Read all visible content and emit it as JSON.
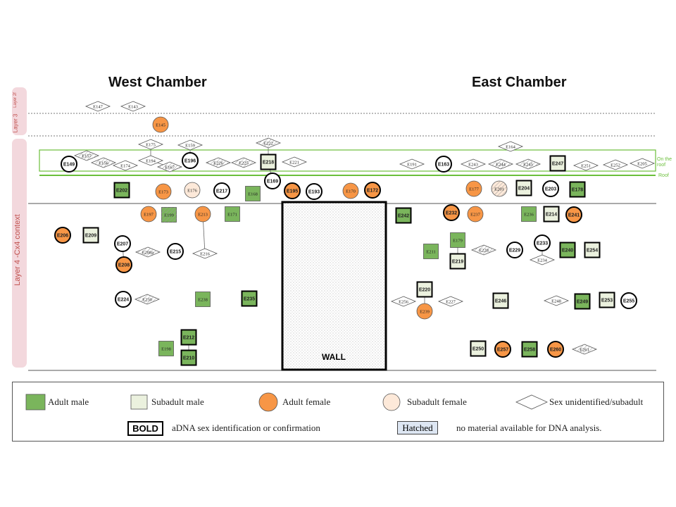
{
  "headings": {
    "west": "West Chamber",
    "east": "East Chamber"
  },
  "side_labels": {
    "layer3": "Layer 3",
    "layer2f": "Layer 2f",
    "layer4": "Layer 4 -Cx4 context",
    "on_roof": "On the roof",
    "roof": "Roof"
  },
  "wall_label": "WALL",
  "colors": {
    "adult_male": "#7ab55c",
    "subadult_male": "#ebf1de",
    "adult_female": "#f79646",
    "subadult_female": "#fde9d9",
    "unidentified": "#ffffff",
    "hatched": "#dde6f2",
    "roof_line": "#6bbf3a",
    "layer_label": "#c0504d"
  },
  "legend": {
    "adult_male": "Adult male",
    "subadult_male": "Subadult male",
    "adult_female": "Adult female",
    "subadult_female": "Subadult female",
    "unidentified": "Sex unidentified/subadult",
    "bold_box": "BOLD",
    "bold_text": "aDNA sex identification or confirmation",
    "hatched_box": "Hatched",
    "hatched_text": "no material available for DNA analysis."
  },
  "individuals": [
    {
      "id": "E147",
      "shape": "diamond",
      "fill": "unidentified"
    },
    {
      "id": "E143",
      "shape": "diamond",
      "fill": "unidentified"
    },
    {
      "id": "E145",
      "shape": "circle",
      "fill": "adult_female"
    },
    {
      "id": "E175",
      "shape": "diamond",
      "fill": "unidentified"
    },
    {
      "id": "E159",
      "shape": "diamond",
      "fill": "unidentified"
    },
    {
      "id": "E222",
      "shape": "diamond",
      "fill": "unidentified",
      "hatched": true
    },
    {
      "id": "E164",
      "shape": "diamond",
      "fill": "unidentified"
    },
    {
      "id": "E149",
      "shape": "circle",
      "fill": "unidentified",
      "bold": true
    },
    {
      "id": "E157",
      "shape": "diamond",
      "fill": "unidentified",
      "hatched": true
    },
    {
      "id": "E156",
      "shape": "diamond",
      "fill": "unidentified",
      "hatched": true
    },
    {
      "id": "E174",
      "shape": "diamond",
      "fill": "unidentified"
    },
    {
      "id": "E194",
      "shape": "diamond",
      "fill": "unidentified"
    },
    {
      "id": "E167",
      "shape": "diamond",
      "fill": "unidentified",
      "hatched": true
    },
    {
      "id": "E196",
      "shape": "circle",
      "fill": "unidentified",
      "bold": true
    },
    {
      "id": "E226",
      "shape": "diamond",
      "fill": "unidentified",
      "hatched": true
    },
    {
      "id": "E225",
      "shape": "diamond",
      "fill": "unidentified",
      "hatched": true
    },
    {
      "id": "E218",
      "shape": "square",
      "fill": "subadult_male",
      "bold": true
    },
    {
      "id": "E221",
      "shape": "diamond",
      "fill": "unidentified"
    },
    {
      "id": "E191",
      "shape": "diamond",
      "fill": "unidentified"
    },
    {
      "id": "E163",
      "shape": "circle",
      "fill": "unidentified",
      "bold": true
    },
    {
      "id": "E243",
      "shape": "diamond",
      "fill": "unidentified"
    },
    {
      "id": "E244",
      "shape": "diamond",
      "fill": "unidentified",
      "hatched": true
    },
    {
      "id": "E245",
      "shape": "diamond",
      "fill": "unidentified",
      "hatched": true
    },
    {
      "id": "E247",
      "shape": "square",
      "fill": "subadult_male",
      "bold": true
    },
    {
      "id": "E251",
      "shape": "diamond",
      "fill": "unidentified"
    },
    {
      "id": "E252",
      "shape": "diamond",
      "fill": "unidentified"
    },
    {
      "id": "E205",
      "shape": "diamond",
      "fill": "unidentified"
    },
    {
      "id": "E202",
      "shape": "square",
      "fill": "adult_male",
      "bold": true
    },
    {
      "id": "E173",
      "shape": "circle",
      "fill": "adult_female"
    },
    {
      "id": "E176",
      "shape": "circle",
      "fill": "subadult_female"
    },
    {
      "id": "E217",
      "shape": "circle",
      "fill": "unidentified",
      "bold": true
    },
    {
      "id": "E168",
      "shape": "square",
      "fill": "adult_male"
    },
    {
      "id": "E169",
      "shape": "circle",
      "fill": "unidentified",
      "bold": true
    },
    {
      "id": "E195",
      "shape": "circle",
      "fill": "adult_female",
      "bold": true
    },
    {
      "id": "E193",
      "shape": "circle",
      "fill": "unidentified",
      "bold": true
    },
    {
      "id": "E170",
      "shape": "circle",
      "fill": "adult_female"
    },
    {
      "id": "E172",
      "shape": "circle",
      "fill": "adult_female",
      "bold": true
    },
    {
      "id": "E177",
      "shape": "circle",
      "fill": "adult_female"
    },
    {
      "id": "E201",
      "shape": "circle",
      "fill": "subadult_female",
      "hatched": true
    },
    {
      "id": "E204",
      "shape": "square",
      "fill": "subadult_male",
      "bold": true
    },
    {
      "id": "E203",
      "shape": "circle",
      "fill": "unidentified",
      "bold": true
    },
    {
      "id": "E178",
      "shape": "square",
      "fill": "adult_male",
      "bold": true
    },
    {
      "id": "E197",
      "shape": "circle",
      "fill": "adult_female"
    },
    {
      "id": "E199",
      "shape": "square",
      "fill": "adult_male",
      "hatched": true
    },
    {
      "id": "E213",
      "shape": "circle",
      "fill": "adult_female"
    },
    {
      "id": "E171",
      "shape": "square",
      "fill": "adult_male"
    },
    {
      "id": "E206",
      "shape": "circle",
      "fill": "adult_female",
      "bold": true
    },
    {
      "id": "E209",
      "shape": "square",
      "fill": "subadult_male",
      "bold": true
    },
    {
      "id": "E207",
      "shape": "circle",
      "fill": "unidentified",
      "bold": true
    },
    {
      "id": "E208a",
      "shape": "diamond",
      "fill": "unidentified",
      "hatched": true
    },
    {
      "id": "E215",
      "shape": "circle",
      "fill": "unidentified",
      "bold": true
    },
    {
      "id": "E216",
      "shape": "diamond",
      "fill": "unidentified"
    },
    {
      "id": "E208",
      "shape": "circle",
      "fill": "adult_female",
      "bold": true
    },
    {
      "id": "E224",
      "shape": "circle",
      "fill": "unidentified",
      "bold": true
    },
    {
      "id": "E230",
      "shape": "diamond",
      "fill": "unidentified",
      "hatched": true
    },
    {
      "id": "E238",
      "shape": "square",
      "fill": "adult_male"
    },
    {
      "id": "E235",
      "shape": "square",
      "fill": "adult_male",
      "bold": true
    },
    {
      "id": "E212",
      "shape": "square",
      "fill": "adult_male",
      "bold": true
    },
    {
      "id": "E198",
      "shape": "square",
      "fill": "adult_male"
    },
    {
      "id": "E210",
      "shape": "square",
      "fill": "adult_male",
      "bold": true
    },
    {
      "id": "E242",
      "shape": "square",
      "fill": "adult_male",
      "bold": true
    },
    {
      "id": "E232",
      "shape": "circle",
      "fill": "adult_female",
      "bold": true
    },
    {
      "id": "E237",
      "shape": "circle",
      "fill": "adult_female"
    },
    {
      "id": "E236",
      "shape": "square",
      "fill": "adult_male"
    },
    {
      "id": "E214",
      "shape": "square",
      "fill": "subadult_male",
      "bold": true
    },
    {
      "id": "E241",
      "shape": "circle",
      "fill": "adult_female",
      "bold": true
    },
    {
      "id": "E179",
      "shape": "square",
      "fill": "adult_male"
    },
    {
      "id": "E211",
      "shape": "square",
      "fill": "adult_male"
    },
    {
      "id": "E228",
      "shape": "diamond",
      "fill": "unidentified",
      "hatched": true
    },
    {
      "id": "E229",
      "shape": "circle",
      "fill": "unidentified",
      "bold": true
    },
    {
      "id": "E233",
      "shape": "circle",
      "fill": "unidentified",
      "bold": true
    },
    {
      "id": "E240",
      "shape": "square",
      "fill": "adult_male",
      "bold": true
    },
    {
      "id": "E254",
      "shape": "square",
      "fill": "subadult_male",
      "bold": true
    },
    {
      "id": "E219",
      "shape": "square",
      "fill": "subadult_male",
      "bold": true
    },
    {
      "id": "E234",
      "shape": "diamond",
      "fill": "unidentified"
    },
    {
      "id": "E220",
      "shape": "square",
      "fill": "subadult_male",
      "bold": true
    },
    {
      "id": "E256",
      "shape": "diamond",
      "fill": "unidentified"
    },
    {
      "id": "E227",
      "shape": "diamond",
      "fill": "unidentified"
    },
    {
      "id": "E239",
      "shape": "circle",
      "fill": "adult_female"
    },
    {
      "id": "E246",
      "shape": "square",
      "fill": "subadult_male",
      "bold": true
    },
    {
      "id": "E248",
      "shape": "diamond",
      "fill": "unidentified"
    },
    {
      "id": "E249",
      "shape": "square",
      "fill": "adult_male",
      "bold": true
    },
    {
      "id": "E253",
      "shape": "square",
      "fill": "subadult_male",
      "bold": true
    },
    {
      "id": "E255",
      "shape": "circle",
      "fill": "unidentified",
      "bold": true
    },
    {
      "id": "E250",
      "shape": "square",
      "fill": "subadult_male",
      "bold": true
    },
    {
      "id": "E257",
      "shape": "circle",
      "fill": "adult_female",
      "bold": true
    },
    {
      "id": "E258",
      "shape": "square",
      "fill": "adult_male",
      "bold": true
    },
    {
      "id": "E260",
      "shape": "circle",
      "fill": "adult_female",
      "bold": true
    },
    {
      "id": "E261",
      "shape": "diamond",
      "fill": "unidentified",
      "hatched": true
    }
  ],
  "links": [
    [
      "E175",
      "E194"
    ],
    [
      "E159",
      "E196"
    ],
    [
      "E222",
      "E218"
    ],
    [
      "E218",
      "E169"
    ],
    [
      "E194",
      "E167"
    ],
    [
      "E207",
      "E208"
    ],
    [
      "E213",
      "E216"
    ],
    [
      "E212",
      "E210"
    ],
    [
      "E179",
      "E219"
    ],
    [
      "E220",
      "E239"
    ],
    [
      "E233",
      "E234"
    ]
  ]
}
